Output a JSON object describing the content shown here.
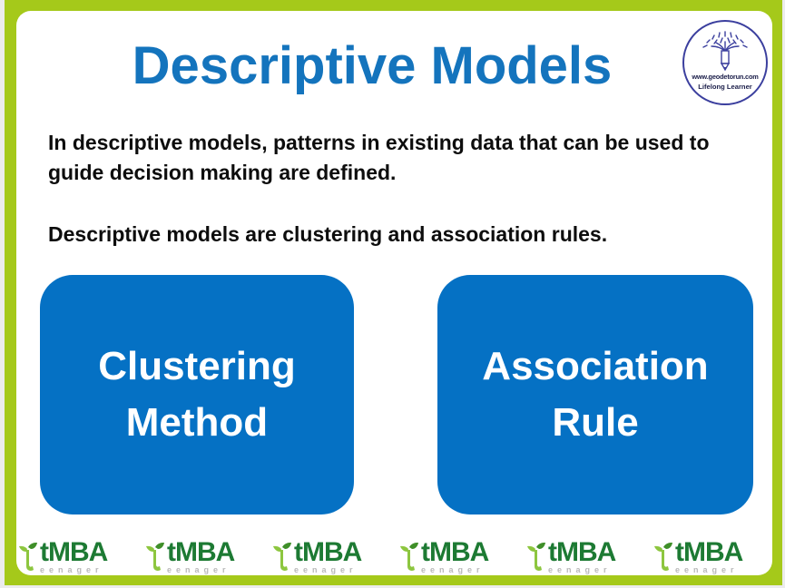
{
  "slide": {
    "title": "Descriptive Models",
    "paragraphs": [
      "In descriptive models, patterns in existing data that can be used to guide decision making are defined.",
      "Descriptive models are clustering and association rules."
    ],
    "boxes": [
      {
        "line1": "Clustering",
        "line2": "Method"
      },
      {
        "line1": "Association",
        "line2": "Rule"
      }
    ]
  },
  "logo": {
    "icon": "pencil-idea-burst-icon",
    "url": "www.geodetorun.com",
    "tagline": "Lifelong Learner"
  },
  "watermarks": [
    {
      "icon": "leaf-t-icon",
      "text": "tMBA",
      "sub": "eenager"
    },
    {
      "icon": "leaf-t-icon",
      "text": "tMBA",
      "sub": "eenager"
    },
    {
      "icon": "leaf-t-icon",
      "text": "tMBA",
      "sub": "eenager"
    },
    {
      "icon": "leaf-t-icon",
      "text": "tMBA",
      "sub": "eenager"
    },
    {
      "icon": "leaf-t-icon",
      "text": "tMBA",
      "sub": "eenager"
    },
    {
      "icon": "leaf-t-icon",
      "text": "tMBA",
      "sub": "eenager"
    }
  ],
  "colors": {
    "frame_green": "#9ec41b",
    "title_blue": "#1474bd",
    "box_blue": "#0571c4",
    "logo_navy": "#3b3f9e",
    "watermark_green": "#1d7a33",
    "watermark_leaf": "#8dc63f",
    "watermark_sub_gray": "#cfcfcf",
    "body_text": "#0d0d0d"
  }
}
